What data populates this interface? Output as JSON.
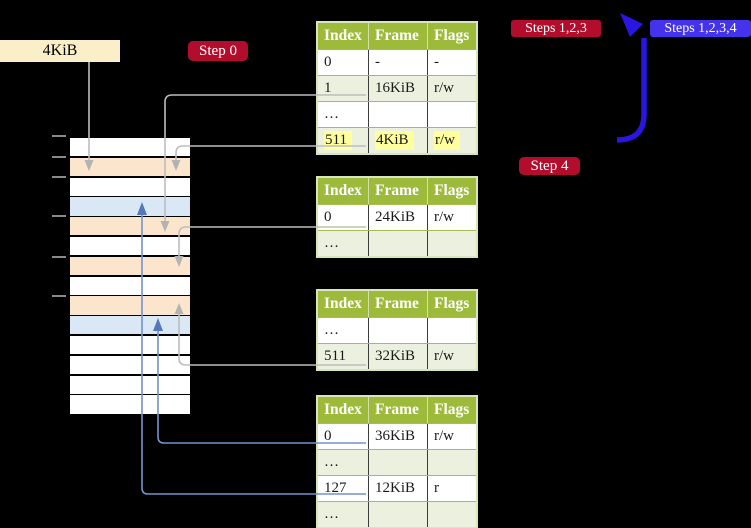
{
  "labels": {
    "frame_label": "4KiB",
    "step0": "Step 0",
    "steps123": "Steps 1,2,3",
    "steps1234": "Steps 1,2,3,4",
    "step4": "Step 4"
  },
  "memory": {
    "rows": [
      "white",
      "peach",
      "white",
      "blue",
      "peach",
      "white",
      "peach",
      "white",
      "peach",
      "blue",
      "white",
      "white",
      "white",
      "white"
    ],
    "tick_ys": [
      135,
      156,
      176,
      215,
      256,
      295
    ]
  },
  "tables": [
    {
      "headers": [
        "Index",
        "Frame",
        "Flags"
      ],
      "rows": [
        {
          "index": "0",
          "frame": "-",
          "flags": "-"
        },
        {
          "index": "1",
          "frame": "16KiB",
          "flags": "r/w"
        },
        {
          "index": "…",
          "frame": "",
          "flags": ""
        },
        {
          "index": "511",
          "frame": "4KiB",
          "flags": "r/w",
          "highlight": true
        }
      ]
    },
    {
      "headers": [
        "Index",
        "Frame",
        "Flags"
      ],
      "rows": [
        {
          "index": "0",
          "frame": "24KiB",
          "flags": "r/w"
        },
        {
          "index": "…",
          "frame": "",
          "flags": ""
        }
      ]
    },
    {
      "headers": [
        "Index",
        "Frame",
        "Flags"
      ],
      "rows": [
        {
          "index": "…",
          "frame": "",
          "flags": ""
        },
        {
          "index": "511",
          "frame": "32KiB",
          "flags": "r/w"
        }
      ]
    },
    {
      "headers": [
        "Index",
        "Frame",
        "Flags"
      ],
      "rows": [
        {
          "index": "0",
          "frame": "36KiB",
          "flags": "r/w"
        },
        {
          "index": "…",
          "frame": "",
          "flags": ""
        },
        {
          "index": "127",
          "frame": "12KiB",
          "flags": "r"
        },
        {
          "index": "…",
          "frame": "",
          "flags": ""
        }
      ]
    }
  ],
  "colors": {
    "table_header": "#9dba3b",
    "table_row_alt": "#ebf1de",
    "table_outer_border": "#d9e5bb",
    "highlight_yellow": "#ffff9e",
    "crimson_badge": "#b30d2e",
    "blue_badge": "#4533eb",
    "big_arrow_blue": "#2b15e0",
    "frame_peach": "#fce5cd",
    "page_blue": "#dae8f5",
    "label_cream": "#faefc9",
    "gray_connector": "#bdbdbd",
    "blue_connector": "#7293cb"
  }
}
